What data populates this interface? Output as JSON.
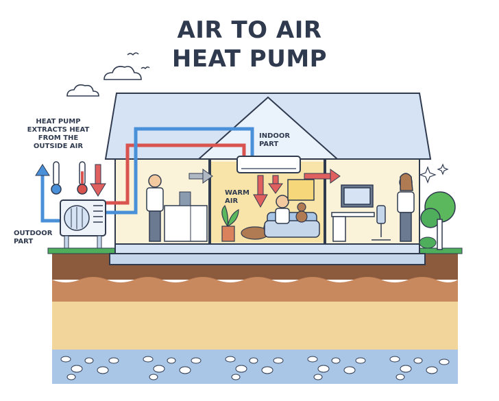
{
  "title": {
    "line1": "AIR TO AIR",
    "line2": "HEAT PUMP"
  },
  "labels": {
    "extracts_line1": "HEAT PUMP",
    "extracts_line2": "EXTRACTS HEAT",
    "extracts_line3": "FROM THE",
    "extracts_line4": "OUTSIDE AIR",
    "outdoor_line1": "OUTDOOR",
    "outdoor_line2": "PART",
    "indoor_line1": "INDOOR",
    "indoor_line2": "PART",
    "warm_line1": "WARM",
    "warm_line2": "AIR"
  },
  "colors": {
    "outline": "#2f3a4f",
    "cold_pipe": "#4a90d9",
    "hot_pipe": "#d9534f",
    "house_wall": "#fbf3d9",
    "roof": "#d5e3f5",
    "soil_top": "#8c5a3c",
    "sand": "#f1d59b",
    "gravel": "#a9c6e6",
    "grass": "#4fae5b"
  }
}
